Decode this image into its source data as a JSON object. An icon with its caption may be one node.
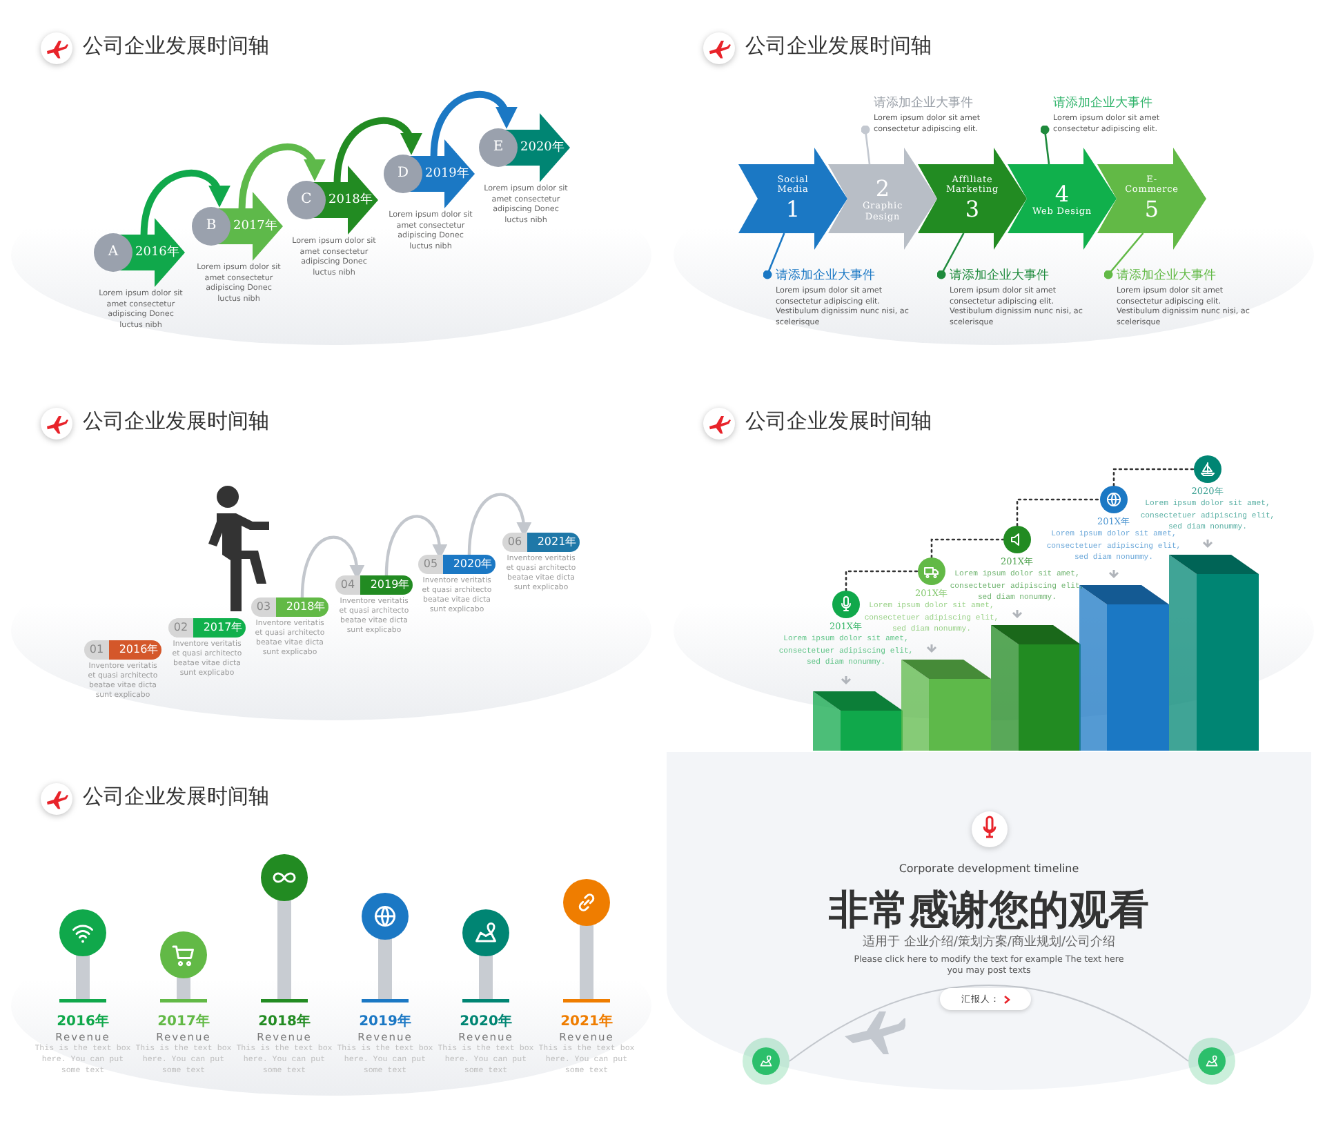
{
  "diagram": {
    "nodes": [
      {
        "text": [
          "公司企业发展时间轴"
        ]
      },
      {
        "text": [
          "A",
          "2016年"
        ],
        "in": 0,
        "beside": [
          "Lorem ipsum dolor sit amet consectetur adipiscing Donec luctus nibh"
        ]
      },
      {
        "text": [
          "B",
          "2017年"
        ],
        "in": 0,
        "beside": [
          "Lorem ipsum dolor sit amet consectetur adipiscing Donec luctus nibh"
        ]
      },
      {
        "text": [
          "C",
          "2018年"
        ],
        "in": 0,
        "beside": [
          "Lorem ipsum dolor sit amet consectetur adipiscing Donec luctus nibh"
        ]
      },
      {
        "text": [
          "D",
          "2019年"
        ],
        "in": 0,
        "beside": [
          "Lorem ipsum dolor sit amet consectetur adipiscing Donec luctus nibh"
        ]
      },
      {
        "text": [
          "E",
          "2020年"
        ],
        "in": 0,
        "beside": [
          "Lorem ipsum dolor sit amet consectetur adipiscing Donec luctus nibh"
        ]
      },
      {
        "text": [
          "公司企业发展时间轴"
        ]
      },
      {
        "text": [
          "Social Media",
          "1"
        ],
        "in": 6
      },
      {
        "text": [
          "2",
          "Graphic Design"
        ],
        "in": 6
      },
      {
        "text": [
          "Affiliate Marketing",
          "3"
        ],
        "in": 6
      },
      {
        "text": [
          "4",
          "Web Design"
        ],
        "in": 6
      },
      {
        "text": [
          "E-Commerce",
          "5"
        ],
        "in": 6
      },
      {
        "text": [
          "请添加企业大事件",
          "Lorem ipsum dolor sit amet consectetur adipiscing elit."
        ],
        "in": 6
      },
      {
        "text": [
          "请添加企业大事件",
          "Lorem ipsum dolor sit amet consectetur adipiscing elit."
        ],
        "in": 6
      },
      {
        "text": [
          "请添加企业大事件",
          "Lorem ipsum dolor sit amet consectetur adipiscing elit. Vestibulum dignissim nunc nisi, ac scelerisque"
        ],
        "in": 6
      },
      {
        "text": [
          "请添加企业大事件",
          "Lorem ipsum dolor sit amet consectetur adipiscing elit. Vestibulum dignissim nunc nisi, ac scelerisque"
        ],
        "in": 6
      },
      {
        "text": [
          "请添加企业大事件",
          "Lorem ipsum dolor sit amet consectetur adipiscing elit. Vestibulum dignissim nunc nisi, ac scelerisque"
        ],
        "in": 6
      },
      {
        "text": [
          "公司企业发展时间轴"
        ]
      },
      {
        "text": [
          "01",
          "2016年"
        ],
        "in": 17,
        "beside": [
          "Inventore veritatis et quasi architecto beatae vitae dicta sunt explicabo"
        ]
      },
      {
        "text": [
          "02",
          "2017年"
        ],
        "in": 17,
        "beside": [
          "Inventore veritatis et quasi architecto beatae vitae dicta sunt explicabo"
        ]
      },
      {
        "text": [
          "03",
          "2018年"
        ],
        "in": 17,
        "beside": [
          "Inventore veritatis et quasi architecto beatae vitae dicta sunt explicabo"
        ]
      },
      {
        "text": [
          "04",
          "2019年"
        ],
        "in": 17,
        "beside": [
          "Inventore veritatis et quasi architecto beatae vitae dicta sunt explicabo"
        ]
      },
      {
        "text": [
          "05",
          "2020年"
        ],
        "in": 17,
        "beside": [
          "Inventore veritatis et quasi architecto beatae vitae dicta sunt explicabo"
        ]
      },
      {
        "text": [
          "06",
          "2021年"
        ],
        "in": 17,
        "beside": [
          "Inventore veritatis et quasi architecto beatae vitae dicta sunt explicabo"
        ]
      },
      {
        "text": [
          "公司企业发展时间轴"
        ]
      },
      {
        "text": [],
        "shape": "circle",
        "in": 24,
        "beside": [
          "201X年",
          "Lorem ipsum dolor sit amet, consectetuer adipiscing elit, sed diam nonummy."
        ]
      },
      {
        "text": [],
        "shape": "circle",
        "in": 24,
        "beside": [
          "201X年",
          "Lorem ipsum dolor sit amet, consectetuer adipiscing elit, sed diam nonummy."
        ]
      },
      {
        "text": [],
        "shape": "circle",
        "in": 24,
        "beside": [
          "201X年",
          "Lorem ipsum dolor sit amet, consectetuer adipiscing elit, sed diam nonummy."
        ]
      },
      {
        "text": [],
        "shape": "circle",
        "in": 24,
        "beside": [
          "201X年",
          "Lorem ipsum dolor sit amet, consectetuer adipiscing elit, sed diam nonummy."
        ]
      },
      {
        "text": [],
        "shape": "circle",
        "in": 24,
        "beside": [
          "2020年",
          "Lorem ipsum dolor sit amet, consectetuer adipiscing elit, sed diam nonummy."
        ]
      },
      {
        "text": [
          "公司企业发展时间轴"
        ]
      },
      {
        "text": [],
        "shape": "circle",
        "in": 30,
        "beside": [
          "2016年",
          "Revenue",
          "This is the text box here. You can put some text"
        ]
      },
      {
        "text": [],
        "shape": "circle",
        "in": 30,
        "beside": [
          "2017年",
          "Revenue",
          "This is the text box here. You can put some text"
        ]
      },
      {
        "text": [],
        "shape": "circle",
        "in": 30,
        "beside": [
          "2018年",
          "Revenue",
          "This is the text box here. You can put some text"
        ]
      },
      {
        "text": [],
        "shape": "circle",
        "in": 30,
        "beside": [
          "2019年",
          "Revenue",
          "This is the text box here. You can put some text"
        ]
      },
      {
        "text": [],
        "shape": "circle",
        "in": 30,
        "beside": [
          "2020年",
          "Revenue",
          "This is the text box here. You can put some text"
        ]
      },
      {
        "text": [],
        "shape": "circle",
        "in": 30,
        "beside": [
          "2021年",
          "Revenue",
          "This is the text box here. You can put some text"
        ]
      },
      {
        "text": [
          "Corporate development timeline",
          "非常感谢您的观看",
          "适用于 企业介绍/策划方案/商业规划/公司介绍",
          "Please click here to modify the text for example The text here you may post texts"
        ]
      },
      {
        "text": [
          "汇报人："
        ],
        "in": 37
      },
      {
        "text": [],
        "shape": "circle",
        "in": 37
      },
      {
        "text": [],
        "shape": "circle",
        "in": 37
      }
    ],
    "edges": [
      {
        "from": 1,
        "to": 2,
        "arrow": "to",
        "style": "thick",
        "color": "#10a84b"
      },
      {
        "from": 2,
        "to": 3,
        "arrow": "to",
        "style": "thick",
        "color": "#5eb94a"
      },
      {
        "from": 3,
        "to": 4,
        "arrow": "to",
        "style": "thick",
        "color": "#228b22"
      },
      {
        "from": 4,
        "to": 5,
        "arrow": "to",
        "style": "thick",
        "color": "#1b78c4"
      },
      {
        "from": 12,
        "to": 8,
        "arrow": "other",
        "color": "#c3c8d0"
      },
      {
        "from": 13,
        "to": 10,
        "arrow": "other",
        "color": "#1e8a3c"
      },
      {
        "from": 14,
        "to": 7,
        "arrow": "other",
        "color": "#1b78c4"
      },
      {
        "from": 15,
        "to": 9,
        "arrow": "other",
        "color": "#1e8a3c"
      },
      {
        "from": 16,
        "to": 11,
        "arrow": "other",
        "color": "#62b946"
      },
      {
        "from": 20,
        "to": 21,
        "arrow": "to"
      },
      {
        "from": 21,
        "to": 22,
        "arrow": "to"
      },
      {
        "from": 22,
        "to": 23,
        "arrow": "to"
      },
      {
        "from": 25,
        "to": 26,
        "arrow": "none",
        "style": "dashed",
        "color": "#333333"
      },
      {
        "from": 26,
        "to": 27,
        "arrow": "none",
        "style": "dashed",
        "color": "#333333"
      },
      {
        "from": 27,
        "to": 28,
        "arrow": "none",
        "style": "dashed",
        "color": "#333333"
      },
      {
        "from": 28,
        "to": 29,
        "arrow": "none",
        "style": "dashed",
        "color": "#333333"
      },
      {
        "from": 39,
        "to": 40,
        "arrow": "none"
      }
    ]
  }
}
